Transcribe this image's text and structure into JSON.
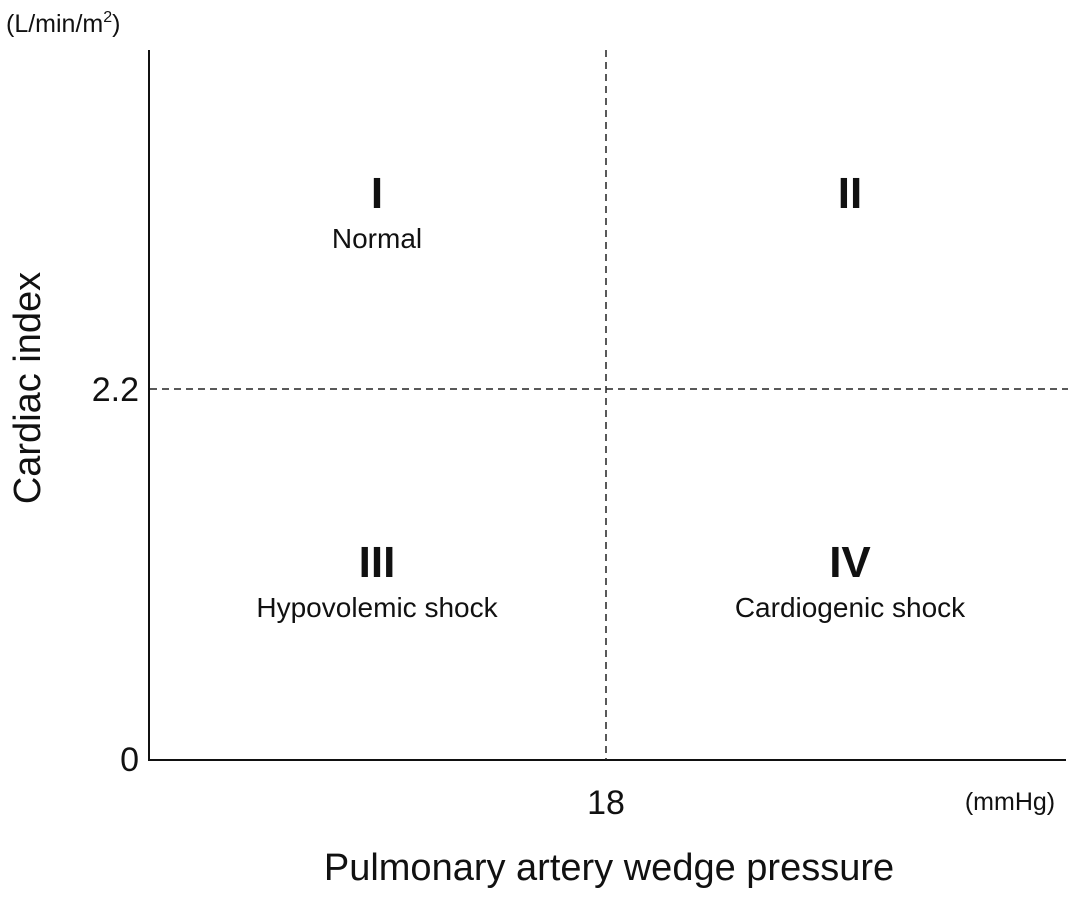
{
  "unit_y_text": "(L/min/m",
  "unit_y_sup": "2",
  "unit_y_close": ")",
  "unit_x": "(mmHg)",
  "y_axis_title": "Cardiac index",
  "x_axis_title": "Pulmonary artery wedge pressure",
  "y_tick_threshold": "2.2",
  "y_tick_zero": "0",
  "x_tick_threshold": "18",
  "quadrants": [
    {
      "numeral": "I",
      "name": "Normal"
    },
    {
      "numeral": "II",
      "name": ""
    },
    {
      "numeral": "III",
      "name": "Hypovolemic shock"
    },
    {
      "numeral": "IV",
      "name": "Cardiogenic shock"
    }
  ]
}
